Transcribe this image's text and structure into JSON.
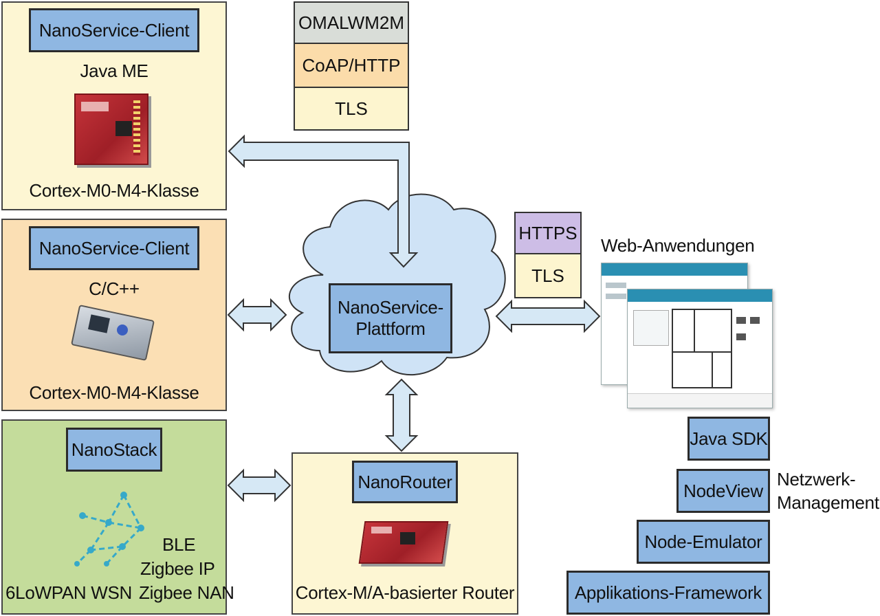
{
  "client_java": {
    "label": "NanoService-Client",
    "language": "Java ME",
    "class": "Cortex-M0-M4-Klasse"
  },
  "client_cpp": {
    "label": "NanoService-Client",
    "language": "C/C++",
    "class": "Cortex-M0-M4-Klasse"
  },
  "nanostack": {
    "label": "NanoStack",
    "protocols": [
      "BLE",
      "Zigbee IP",
      "Zigbee NAN"
    ],
    "network": "6LoWPAN WSN"
  },
  "router": {
    "label": "NanoRouter",
    "caption": "Cortex-M/A-basierter Router"
  },
  "platform": {
    "line1": "NanoService-",
    "line2": "Plattform"
  },
  "protocol_stack_top": [
    "OMALWM2M",
    "CoAP/HTTP",
    "TLS"
  ],
  "protocol_stack_web": [
    "HTTPS",
    "TLS"
  ],
  "web": {
    "title": "Web-Anwendungen"
  },
  "tools": {
    "items": [
      "Java SDK",
      "NodeView",
      "Node-Emulator",
      "Applikations-Framework"
    ],
    "group_label_line1": "Netzwerk-",
    "group_label_line2": "Management"
  },
  "colors": {
    "label_blue": "#8fb7e2",
    "panel_yellow": "#fdf6d3",
    "panel_orange": "#fbdfb4",
    "panel_green": "#c4dc9b",
    "arrow_fill": "#d6e8f5",
    "cloud_fill": "#cfe3f6",
    "stack_gray": "#d9ddd8",
    "stack_orange": "#fbdcaa",
    "stack_yellow": "#fdf5cf",
    "stack_purple": "#cdbde6"
  }
}
